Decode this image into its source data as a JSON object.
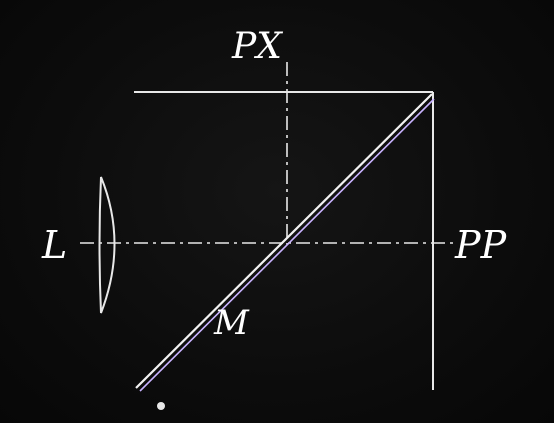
{
  "labels": {
    "px": "PX",
    "pp": "PP",
    "lens": "L",
    "mirror": "M"
  },
  "colors": {
    "background": "#0b0b0b",
    "lines": "#e8e8e8",
    "mirror_highlight": "#c9b3ff"
  }
}
